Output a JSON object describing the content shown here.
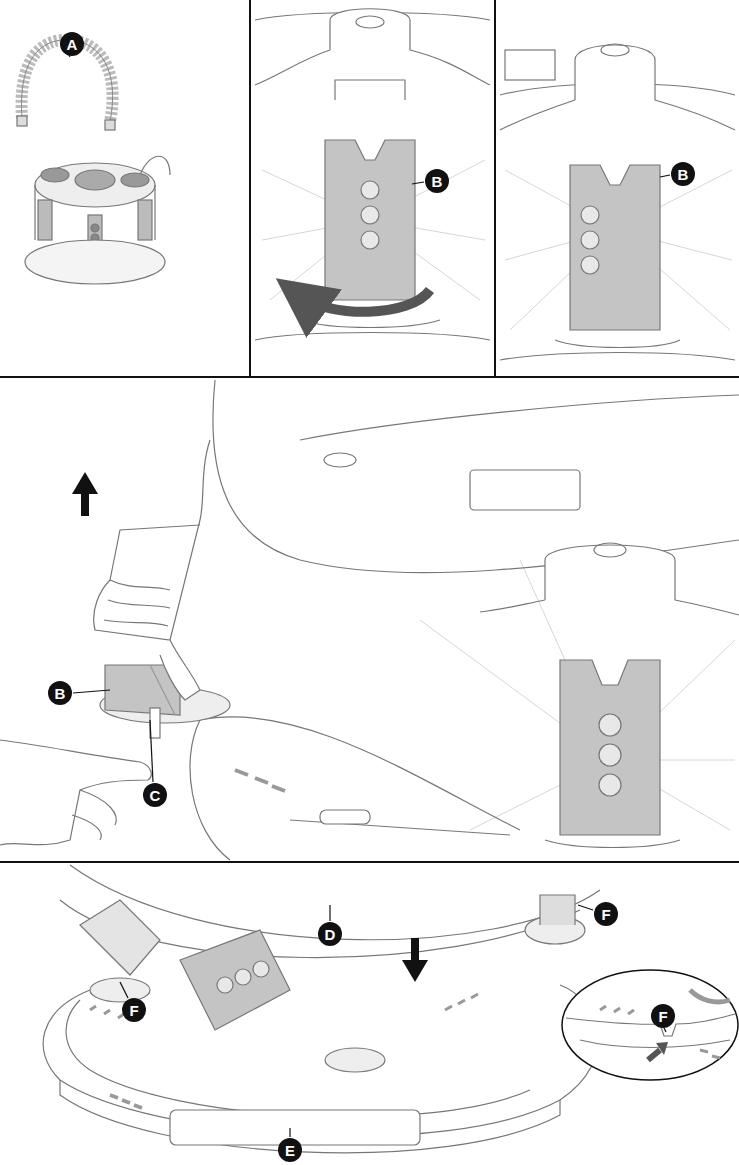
{
  "diagram": {
    "labels": [
      "A",
      "B",
      "B",
      "B",
      "C",
      "D",
      "F",
      "F",
      "E",
      "F"
    ]
  }
}
